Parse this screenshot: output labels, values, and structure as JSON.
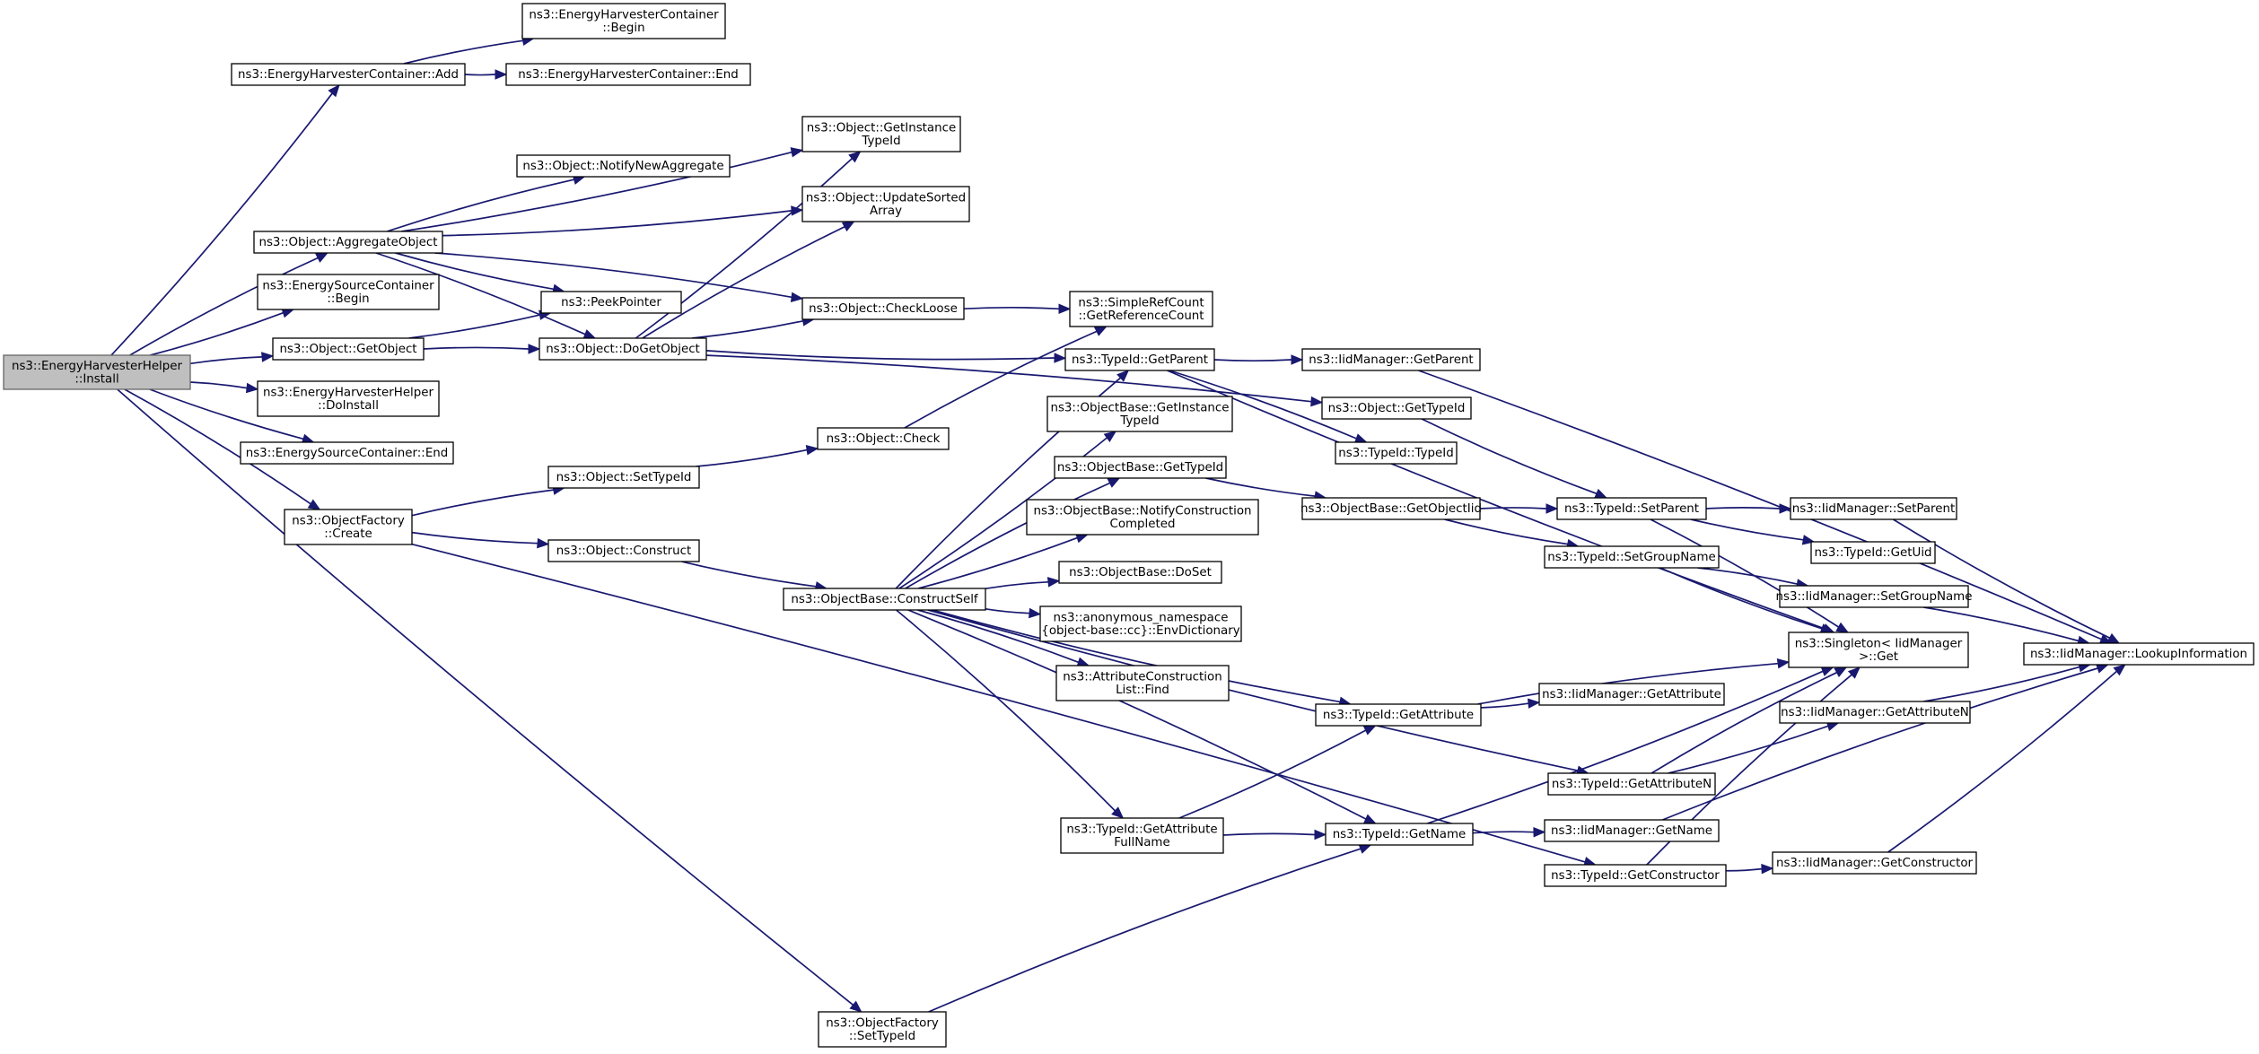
{
  "nodes": {
    "install": [
      "ns3::EnergyHarvesterHelper",
      "::Install"
    ],
    "ehc_add": [
      "ns3::EnergyHarvesterContainer::Add"
    ],
    "ehc_begin": [
      "ns3::EnergyHarvesterContainer",
      "::Begin"
    ],
    "ehc_end": [
      "ns3::EnergyHarvesterContainer::End"
    ],
    "obj_aggregate": [
      "ns3::Object::AggregateObject"
    ],
    "obj_notify_new_aggregate": [
      "ns3::Object::NotifyNewAggregate"
    ],
    "obj_get_instance_typeid": [
      "ns3::Object::GetInstance",
      "TypeId"
    ],
    "obj_update_sorted_array": [
      "ns3::Object::UpdateSorted",
      "Array"
    ],
    "esc_begin": [
      "ns3::EnergySourceContainer",
      "::Begin"
    ],
    "peek_pointer": [
      "ns3::PeekPointer"
    ],
    "obj_check_loose": [
      "ns3::Object::CheckLoose"
    ],
    "src_get_reference_count": [
      "ns3::SimpleRefCount",
      "::GetReferenceCount"
    ],
    "obj_get_object": [
      "ns3::Object::GetObject"
    ],
    "obj_do_get_object": [
      "ns3::Object::DoGetObject"
    ],
    "typeid_get_parent": [
      "ns3::TypeId::GetParent"
    ],
    "iid_get_parent": [
      "ns3::IidManager::GetParent"
    ],
    "ehh_do_install": [
      "ns3::EnergyHarvesterHelper",
      "::DoInstall"
    ],
    "obj_get_typeid": [
      "ns3::Object::GetTypeId"
    ],
    "esc_end": [
      "ns3::EnergySourceContainer::End"
    ],
    "typeid_typeid": [
      "ns3::TypeId::TypeId"
    ],
    "objbase_get_instance_typeid": [
      "ns3::ObjectBase::GetInstance",
      "TypeId"
    ],
    "obj_check": [
      "ns3::Object::Check"
    ],
    "obj_set_typeid": [
      "ns3::Object::SetTypeId"
    ],
    "objbase_get_typeid": [
      "ns3::ObjectBase::GetTypeId"
    ],
    "objbase_get_object_iid": [
      "ns3::ObjectBase::GetObjectIid"
    ],
    "typeid_set_parent": [
      "ns3::TypeId::SetParent"
    ],
    "iid_set_parent": [
      "ns3::IidManager::SetParent"
    ],
    "objfactory_create": [
      "ns3::ObjectFactory",
      "::Create"
    ],
    "objbase_notify_construction_completed": [
      "ns3::ObjectBase::NotifyConstruction",
      "Completed"
    ],
    "typeid_get_uid": [
      "ns3::TypeId::GetUid"
    ],
    "obj_construct": [
      "ns3::Object::Construct"
    ],
    "typeid_set_group_name": [
      "ns3::TypeId::SetGroupName"
    ],
    "objbase_do_set": [
      "ns3::ObjectBase::DoSet"
    ],
    "iid_set_group_name": [
      "ns3::IidManager::SetGroupName"
    ],
    "objbase_construct_self": [
      "ns3::ObjectBase::ConstructSelf"
    ],
    "anon_env_dictionary": [
      "ns3::anonymous_namespace",
      "{object-base::cc}::EnvDictionary"
    ],
    "singleton_get": [
      "ns3::Singleton< IidManager",
      ">::Get"
    ],
    "iid_lookup_information": [
      "ns3::IidManager::LookupInformation"
    ],
    "acl_find": [
      "ns3::AttributeConstruction",
      "List::Find"
    ],
    "iid_get_attribute": [
      "ns3::IidManager::GetAttribute"
    ],
    "typeid_get_attribute": [
      "ns3::TypeId::GetAttribute"
    ],
    "iid_get_attribute_n": [
      "ns3::IidManager::GetAttributeN"
    ],
    "typeid_get_attribute_n": [
      "ns3::TypeId::GetAttributeN"
    ],
    "typeid_get_attribute_full_name": [
      "ns3::TypeId::GetAttribute",
      "FullName"
    ],
    "typeid_get_name": [
      "ns3::TypeId::GetName"
    ],
    "iid_get_name": [
      "ns3::IidManager::GetName"
    ],
    "iid_get_constructor": [
      "ns3::IidManager::GetConstructor"
    ],
    "typeid_get_constructor": [
      "ns3::TypeId::GetConstructor"
    ],
    "objfactory_set_typeid": [
      "ns3::ObjectFactory",
      "::SetTypeId"
    ]
  },
  "edges": [
    [
      "install",
      "ehc_add"
    ],
    [
      "ehc_add",
      "ehc_begin"
    ],
    [
      "ehc_add",
      "ehc_end"
    ],
    [
      "install",
      "obj_aggregate"
    ],
    [
      "obj_aggregate",
      "obj_get_instance_typeid"
    ],
    [
      "obj_aggregate",
      "obj_notify_new_aggregate"
    ],
    [
      "obj_aggregate",
      "obj_update_sorted_array"
    ],
    [
      "obj_aggregate",
      "obj_check_loose"
    ],
    [
      "obj_aggregate",
      "peek_pointer"
    ],
    [
      "obj_aggregate",
      "obj_do_get_object"
    ],
    [
      "install",
      "esc_begin"
    ],
    [
      "install",
      "obj_get_object"
    ],
    [
      "obj_get_object",
      "peek_pointer"
    ],
    [
      "obj_get_object",
      "obj_do_get_object"
    ],
    [
      "obj_do_get_object",
      "obj_get_instance_typeid"
    ],
    [
      "obj_do_get_object",
      "obj_update_sorted_array"
    ],
    [
      "obj_do_get_object",
      "obj_check_loose"
    ],
    [
      "obj_do_get_object",
      "obj_get_typeid"
    ],
    [
      "obj_do_get_object",
      "typeid_get_parent"
    ],
    [
      "obj_check_loose",
      "src_get_reference_count"
    ],
    [
      "typeid_get_parent",
      "iid_get_parent"
    ],
    [
      "typeid_get_parent",
      "typeid_typeid"
    ],
    [
      "typeid_get_parent",
      "singleton_get"
    ],
    [
      "iid_get_parent",
      "iid_lookup_information"
    ],
    [
      "obj_get_typeid",
      "typeid_set_parent"
    ],
    [
      "install",
      "ehh_do_install"
    ],
    [
      "install",
      "esc_end"
    ],
    [
      "install",
      "objfactory_create"
    ],
    [
      "install",
      "objfactory_set_typeid"
    ],
    [
      "objfactory_create",
      "obj_set_typeid"
    ],
    [
      "objfactory_create",
      "obj_construct"
    ],
    [
      "objfactory_create",
      "typeid_get_constructor"
    ],
    [
      "obj_set_typeid",
      "obj_check"
    ],
    [
      "obj_check",
      "src_get_reference_count"
    ],
    [
      "obj_construct",
      "objbase_construct_self"
    ],
    [
      "objbase_construct_self",
      "typeid_get_parent"
    ],
    [
      "objbase_construct_self",
      "objbase_get_instance_typeid"
    ],
    [
      "objbase_construct_self",
      "objbase_get_typeid"
    ],
    [
      "objbase_construct_self",
      "objbase_notify_construction_completed"
    ],
    [
      "objbase_construct_self",
      "objbase_do_set"
    ],
    [
      "objbase_construct_self",
      "anon_env_dictionary"
    ],
    [
      "objbase_construct_self",
      "acl_find"
    ],
    [
      "objbase_construct_self",
      "typeid_get_attribute"
    ],
    [
      "objbase_construct_self",
      "typeid_get_attribute_full_name"
    ],
    [
      "objbase_construct_self",
      "typeid_get_attribute_n"
    ],
    [
      "objbase_construct_self",
      "typeid_get_name"
    ],
    [
      "objbase_get_typeid",
      "objbase_get_object_iid"
    ],
    [
      "objbase_get_object_iid",
      "typeid_set_parent"
    ],
    [
      "objbase_get_object_iid",
      "typeid_set_group_name"
    ],
    [
      "typeid_set_parent",
      "iid_set_parent"
    ],
    [
      "typeid_set_parent",
      "typeid_get_uid"
    ],
    [
      "typeid_set_parent",
      "singleton_get"
    ],
    [
      "iid_set_parent",
      "iid_lookup_information"
    ],
    [
      "typeid_set_group_name",
      "iid_set_group_name"
    ],
    [
      "typeid_set_group_name",
      "singleton_get"
    ],
    [
      "iid_set_group_name",
      "iid_lookup_information"
    ],
    [
      "typeid_get_attribute",
      "iid_get_attribute"
    ],
    [
      "typeid_get_attribute",
      "singleton_get"
    ],
    [
      "typeid_get_attribute_full_name",
      "typeid_get_attribute"
    ],
    [
      "typeid_get_attribute_full_name",
      "typeid_get_name"
    ],
    [
      "typeid_get_attribute_n",
      "iid_get_attribute_n"
    ],
    [
      "typeid_get_attribute_n",
      "singleton_get"
    ],
    [
      "iid_get_attribute_n",
      "iid_lookup_information"
    ],
    [
      "typeid_get_name",
      "iid_get_name"
    ],
    [
      "typeid_get_name",
      "singleton_get"
    ],
    [
      "iid_get_name",
      "iid_lookup_information"
    ],
    [
      "typeid_get_constructor",
      "iid_get_constructor"
    ],
    [
      "typeid_get_constructor",
      "singleton_get"
    ],
    [
      "iid_get_constructor",
      "iid_lookup_information"
    ],
    [
      "objfactory_set_typeid",
      "typeid_get_name"
    ]
  ]
}
